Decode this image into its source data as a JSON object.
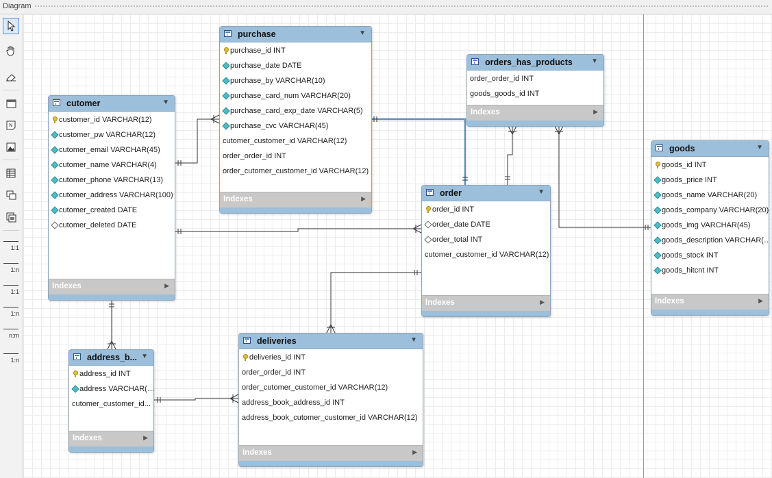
{
  "window": {
    "title": "Diagram"
  },
  "toolbar": {
    "relations": [
      {
        "label": "1:1"
      },
      {
        "label": "1:n"
      },
      {
        "label": "1:1"
      },
      {
        "label": "1:n"
      },
      {
        "label": "n:m"
      },
      {
        "label": "1:n"
      }
    ]
  },
  "indexes_label": "Indexes",
  "entities": {
    "purchase": {
      "name": "purchase",
      "fields": [
        "purchase_id INT",
        "purchase_date DATE",
        "purchase_by VARCHAR(10)",
        "purchase_card_num VARCHAR(20)",
        "purchase_card_exp_date VARCHAR(5)",
        "purchase_cvc VARCHAR(45)",
        "cutomer_customer_id VARCHAR(12)",
        "order_order_id INT",
        "order_cutomer_customer_id VARCHAR(12)"
      ]
    },
    "orders_has_products": {
      "name": "orders_has_products",
      "fields": [
        "order_order_id INT",
        "goods_goods_id INT"
      ]
    },
    "cutomer": {
      "name": "cutomer",
      "fields": [
        "customer_id VARCHAR(12)",
        "customer_pw VARCHAR(12)",
        "cutomer_email VARCHAR(45)",
        "cutomer_name VARCHAR(4)",
        "cutomer_phone VARCHAR(13)",
        "cutomer_address VARCHAR(100)",
        "cutomer_created DATE",
        "cutomer_deleted DATE"
      ]
    },
    "goods": {
      "name": "goods",
      "fields": [
        "goods_id INT",
        "goods_price INT",
        "goods_name VARCHAR(20)",
        "goods_company VARCHAR(20)",
        "goods_img VARCHAR(45)",
        "goods_description VARCHAR(…",
        "goods_stock INT",
        "goods_hitcnt INT"
      ]
    },
    "order": {
      "name": "order",
      "fields": [
        "order_id INT",
        "order_date DATE",
        "order_total INT",
        "cutomer_customer_id VARCHAR(12)"
      ]
    },
    "address_book": {
      "name": "address_b...",
      "fields": [
        "address_id INT",
        "address VARCHAR(…",
        "cutomer_customer_id..."
      ]
    },
    "deliveries": {
      "name": "deliveries",
      "fields": [
        "deliveries_id INT",
        "order_order_id INT",
        "order_cutomer_customer_id VARCHAR(12)",
        "address_book_address_id INT",
        "address_book_cutomer_customer_id VARCHAR(12)"
      ]
    }
  }
}
